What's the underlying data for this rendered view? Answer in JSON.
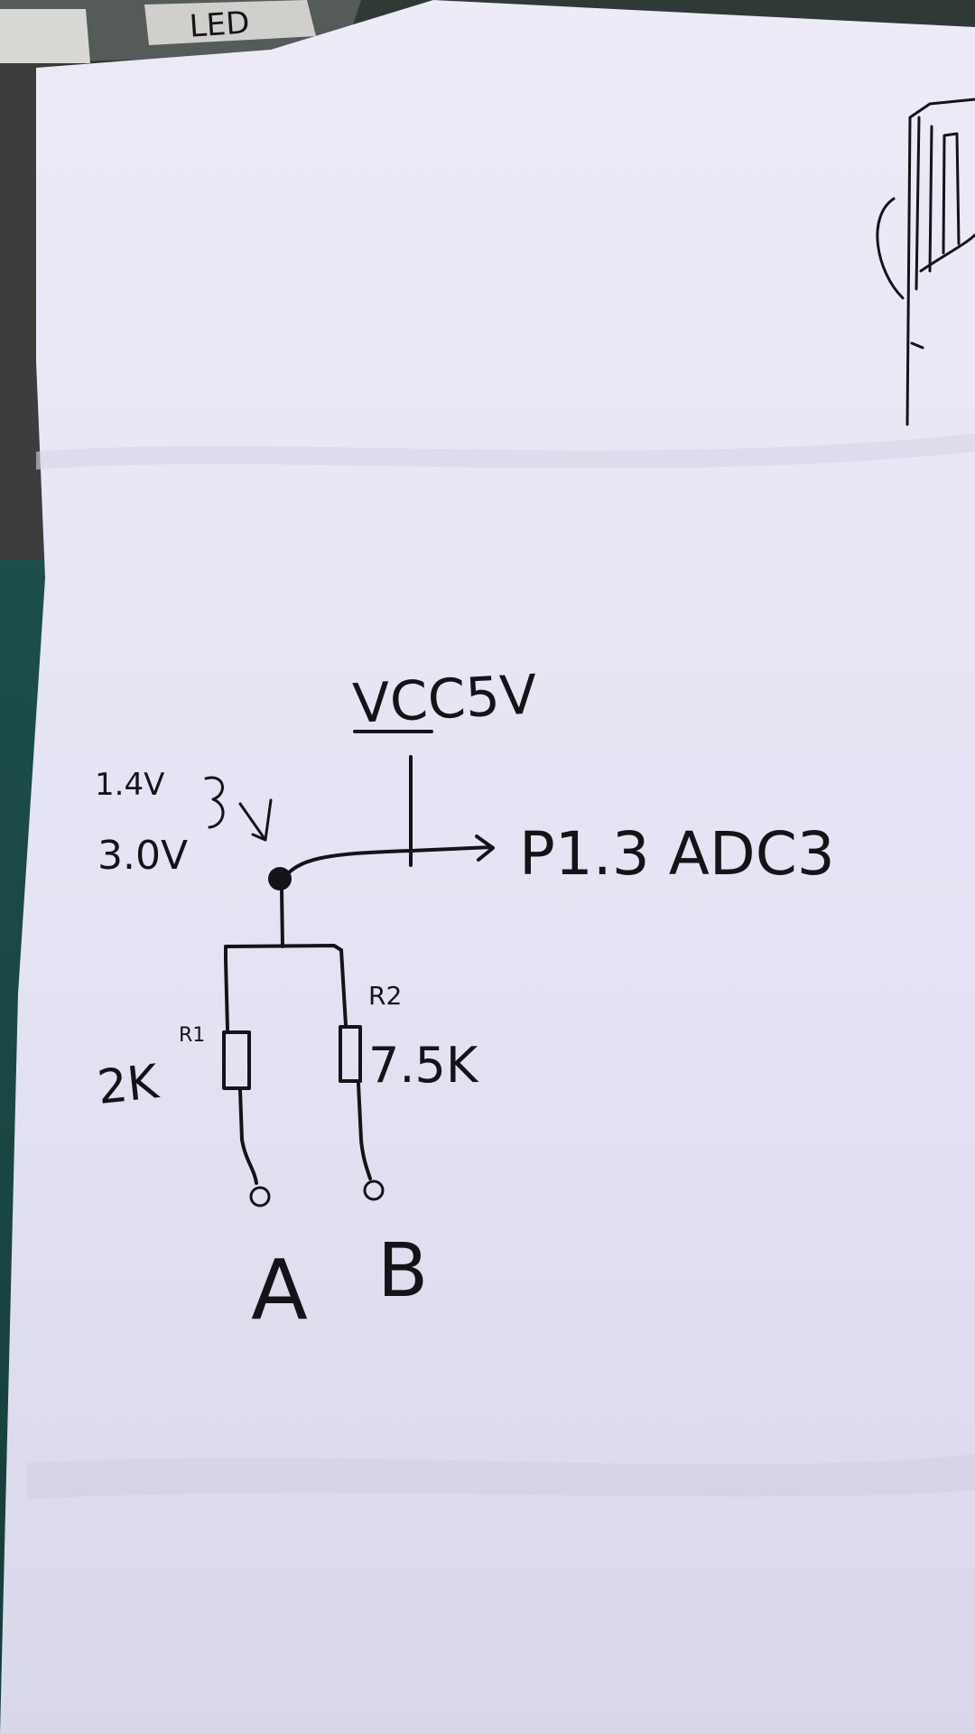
{
  "background": {
    "label_tag": "LED",
    "colors": {
      "paper": "#e9e8f6",
      "paper_shadow": "#c9c8da",
      "ink": "#141418",
      "table": "#2f3a36",
      "mat": "#1f5550"
    }
  },
  "diagram": {
    "supply_label": "VCC5V",
    "voltage_low": "1.4V",
    "voltage_high": "3.0V",
    "output_label": "P1.3 ADC3",
    "r1_designator": "R1",
    "r1_value": "2K",
    "r2_designator": "R2",
    "r2_value": "7.5K",
    "terminal_a": "A",
    "terminal_b": "B"
  }
}
